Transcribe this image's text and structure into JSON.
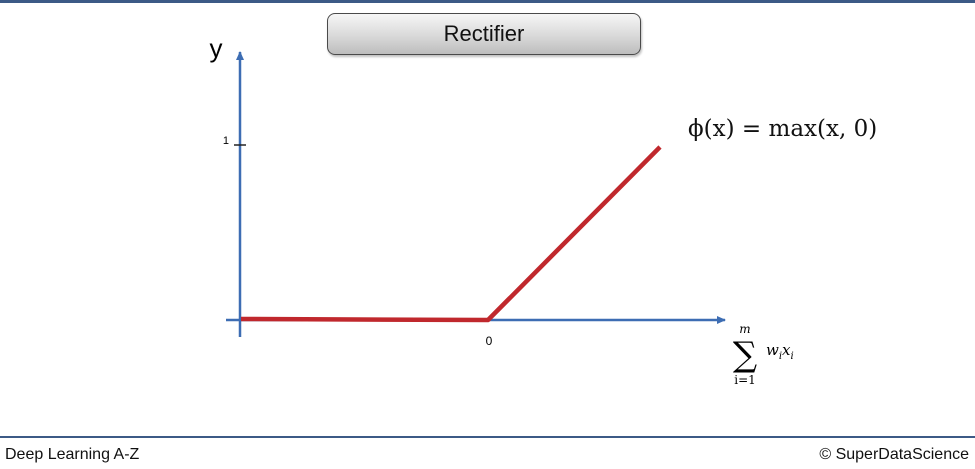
{
  "slide": {
    "title": "Rectifier",
    "formula": {
      "lhs": "ϕ(x)",
      "eq": " = ",
      "rhs": "max(x, 0)"
    }
  },
  "axes": {
    "y_label": "y",
    "y_tick_label": "1",
    "x_tick_label": "0",
    "x_label": {
      "sum_symbol": "∑",
      "upper": "m",
      "lower": "i=1",
      "term": "w",
      "term_sub": "i",
      "term2": "x",
      "term2_sub": "i"
    }
  },
  "colors": {
    "axis": "#3d6db3",
    "function_line": "#c0282d",
    "rule": "#3c5a86"
  },
  "footer": {
    "left": "Deep Learning A-Z",
    "right": "© SuperDataScience"
  }
}
